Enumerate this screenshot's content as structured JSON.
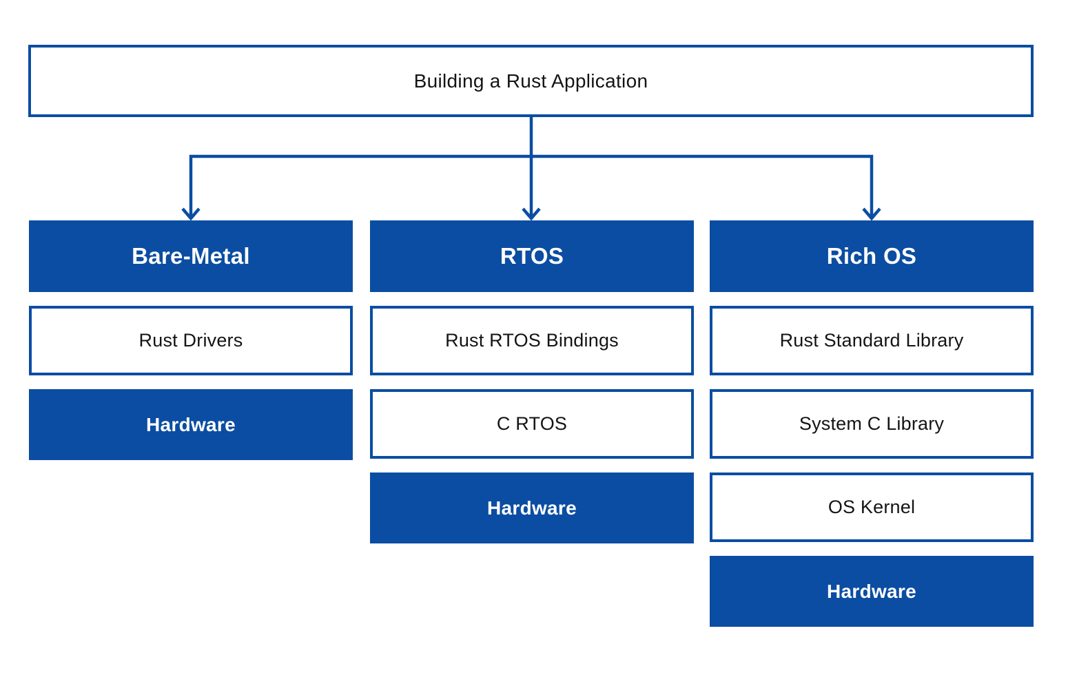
{
  "diagram": {
    "root": {
      "label": "Building a Rust Application"
    },
    "columns": [
      {
        "header": "Bare-Metal",
        "layers": [
          "Rust Drivers"
        ],
        "base": "Hardware"
      },
      {
        "header": "RTOS",
        "layers": [
          "Rust RTOS Bindings",
          "C RTOS"
        ],
        "base": "Hardware"
      },
      {
        "header": "Rich OS",
        "layers": [
          "Rust Standard Library",
          "System C Library",
          "OS Kernel"
        ],
        "base": "Hardware"
      }
    ],
    "colors": {
      "blue": "#0b4da2",
      "ink": "#141414",
      "background": "#ffffff"
    }
  }
}
